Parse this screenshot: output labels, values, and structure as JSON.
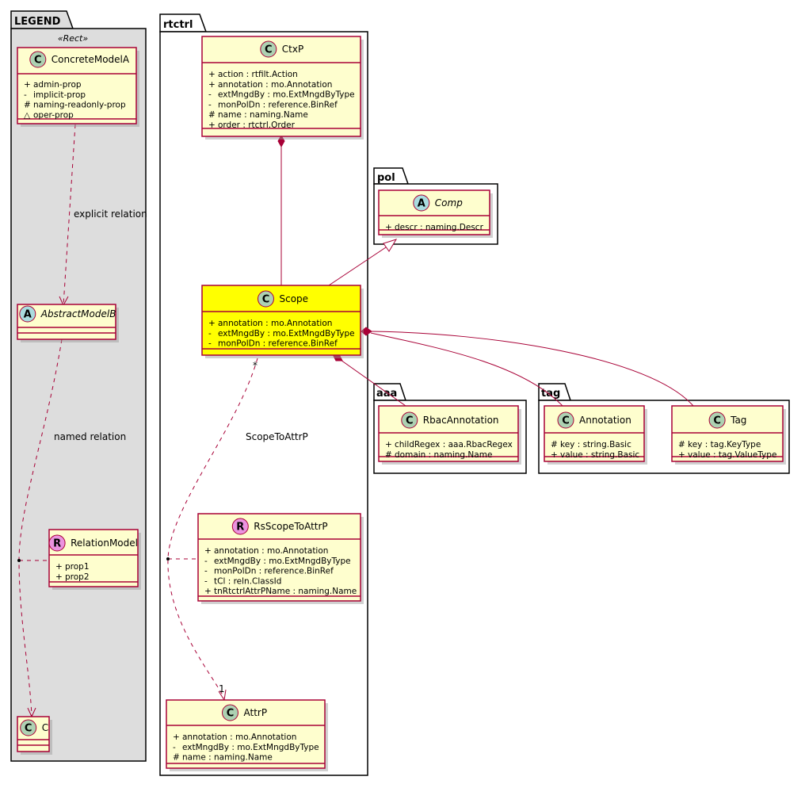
{
  "packages": {
    "legend": "LEGEND",
    "rtctrl": "rtctrl",
    "pol": "pol",
    "aaa": "aaa",
    "tag": "tag"
  },
  "legend": {
    "stereotype": "«Rect»",
    "concrete": {
      "letter": "C",
      "name": "ConcreteModelA",
      "attrs": [
        {
          "vis": "+",
          "text": "admin-prop"
        },
        {
          "vis": "-",
          "text": "implicit-prop"
        },
        {
          "vis": "#",
          "text": "naming-readonly-prop"
        },
        {
          "vis": "△",
          "text": "oper-prop"
        }
      ]
    },
    "abstract": {
      "letter": "A",
      "name": "AbstractModelB"
    },
    "relation": {
      "letter": "R",
      "name": "RelationModel",
      "attrs": [
        {
          "vis": "+",
          "text": "prop1"
        },
        {
          "vis": "+",
          "text": "prop2"
        }
      ]
    },
    "c": {
      "letter": "C",
      "name": "C"
    },
    "explicit_label": "explicit relation",
    "named_label": "named relation"
  },
  "classes": {
    "ctxp": {
      "letter": "C",
      "name": "CtxP",
      "attrs": [
        {
          "vis": "+",
          "text": "action : rtfilt.Action"
        },
        {
          "vis": "+",
          "text": "annotation : mo.Annotation"
        },
        {
          "vis": "-",
          "text": "extMngdBy : mo.ExtMngdByType"
        },
        {
          "vis": "-",
          "text": "monPolDn : reference.BinRef"
        },
        {
          "vis": "#",
          "text": "name : naming.Name"
        },
        {
          "vis": "+",
          "text": "order : rtctrl.Order"
        }
      ]
    },
    "comp": {
      "letter": "A",
      "name": "Comp",
      "attrs": [
        {
          "vis": "+",
          "text": "descr : naming.Descr"
        }
      ]
    },
    "scope": {
      "letter": "C",
      "name": "Scope",
      "attrs": [
        {
          "vis": "+",
          "text": "annotation : mo.Annotation"
        },
        {
          "vis": "-",
          "text": "extMngdBy : mo.ExtMngdByType"
        },
        {
          "vis": "-",
          "text": "monPolDn : reference.BinRef"
        }
      ]
    },
    "rbac": {
      "letter": "C",
      "name": "RbacAnnotation",
      "attrs": [
        {
          "vis": "+",
          "text": "childRegex : aaa.RbacRegex"
        },
        {
          "vis": "#",
          "text": "domain : naming.Name"
        }
      ]
    },
    "annotation": {
      "letter": "C",
      "name": "Annotation",
      "attrs": [
        {
          "vis": "#",
          "text": "key : string.Basic"
        },
        {
          "vis": "+",
          "text": "value : string.Basic"
        }
      ]
    },
    "tag": {
      "letter": "C",
      "name": "Tag",
      "attrs": [
        {
          "vis": "#",
          "text": "key : tag.KeyType"
        },
        {
          "vis": "+",
          "text": "value : tag.ValueType"
        }
      ]
    },
    "rsscope": {
      "letter": "R",
      "name": "RsScopeToAttrP",
      "attrs": [
        {
          "vis": "+",
          "text": "annotation : mo.Annotation"
        },
        {
          "vis": "-",
          "text": "extMngdBy : mo.ExtMngdByType"
        },
        {
          "vis": "-",
          "text": "monPolDn : reference.BinRef"
        },
        {
          "vis": "-",
          "text": "tCl : reln.ClassId"
        },
        {
          "vis": "+",
          "text": "tnRtctrlAttrPName : naming.Name"
        }
      ]
    },
    "attrp": {
      "letter": "C",
      "name": "AttrP",
      "attrs": [
        {
          "vis": "+",
          "text": "annotation : mo.Annotation"
        },
        {
          "vis": "-",
          "text": "extMngdBy : mo.ExtMngdByType"
        },
        {
          "vis": "#",
          "text": "name : naming.Name"
        }
      ]
    }
  },
  "relation_labels": {
    "scope_to_attrp": "ScopeToAttrP",
    "mult_source": "*",
    "mult_target": "1"
  },
  "colors": {
    "class_fill": "#fefece",
    "class_border": "#a80036",
    "highlight_fill": "#ffff00",
    "legend_bg": "#dddddd",
    "badge_class": "#add1b2",
    "badge_abstract": "#a9dcdf",
    "badge_relation": "#eb93df"
  }
}
